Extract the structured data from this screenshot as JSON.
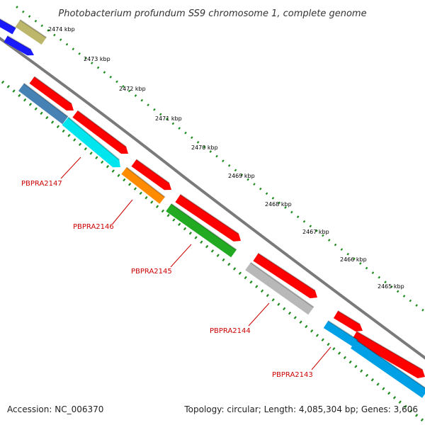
{
  "map": {
    "title": "Photobacterium profundum SS9 chromosome 1, complete genome",
    "accession": "Accession: NC_006370",
    "topology": "Topology: circular; Length: 4,085,304 bp; Genes: 3,606",
    "colors": {
      "backbone": "#7a7a7a",
      "tick_outer": "#1e8c1e",
      "tick_inner": "#1e8c1e",
      "gene_label": "#cc0000"
    },
    "kbp_labels": [
      "2474 kbp",
      "2473 kbp",
      "2472 kbp",
      "2471 kbp",
      "2470 kbp",
      "2469 kbp",
      "2468 kbp",
      "2467 kbp",
      "2466 kbp",
      "2465 kbp"
    ],
    "genes_inner": [
      {
        "label": "PBPRA2147",
        "color": "#00e5ee"
      },
      {
        "label": "PBPRA2146",
        "color": "#ff8c00"
      },
      {
        "label": "PBPRA2145",
        "color": "#22aa22"
      },
      {
        "label": "PBPRA2144",
        "color": "#b8b8b8"
      },
      {
        "label": "PBPRA2143",
        "color": "#00a0e6"
      }
    ],
    "other_feature_colors": {
      "red": "#ff0000",
      "blue": "#1a1aff",
      "olive": "#bdb76b",
      "steel": "#4682b4"
    }
  }
}
